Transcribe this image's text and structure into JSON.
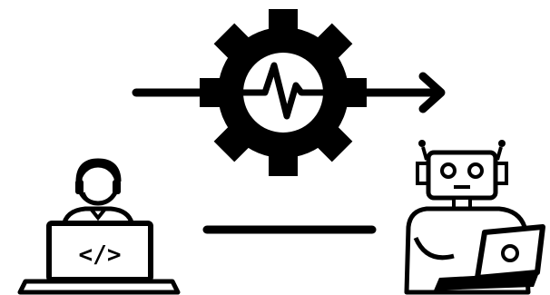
{
  "diagram": {
    "nodes": [
      {
        "id": "developer",
        "icon": "developer-laptop-icon"
      },
      {
        "id": "process",
        "icon": "gear-heartbeat-icon"
      },
      {
        "id": "robot",
        "icon": "robot-laptop-icon"
      }
    ],
    "connectors": [
      {
        "type": "arrow",
        "from": "left",
        "to": "right",
        "through": "process"
      },
      {
        "type": "line",
        "from": "developer",
        "to": "robot"
      }
    ],
    "code_glyph": "</>",
    "colors": {
      "ink": "#000000",
      "background": "#ffffff"
    }
  }
}
